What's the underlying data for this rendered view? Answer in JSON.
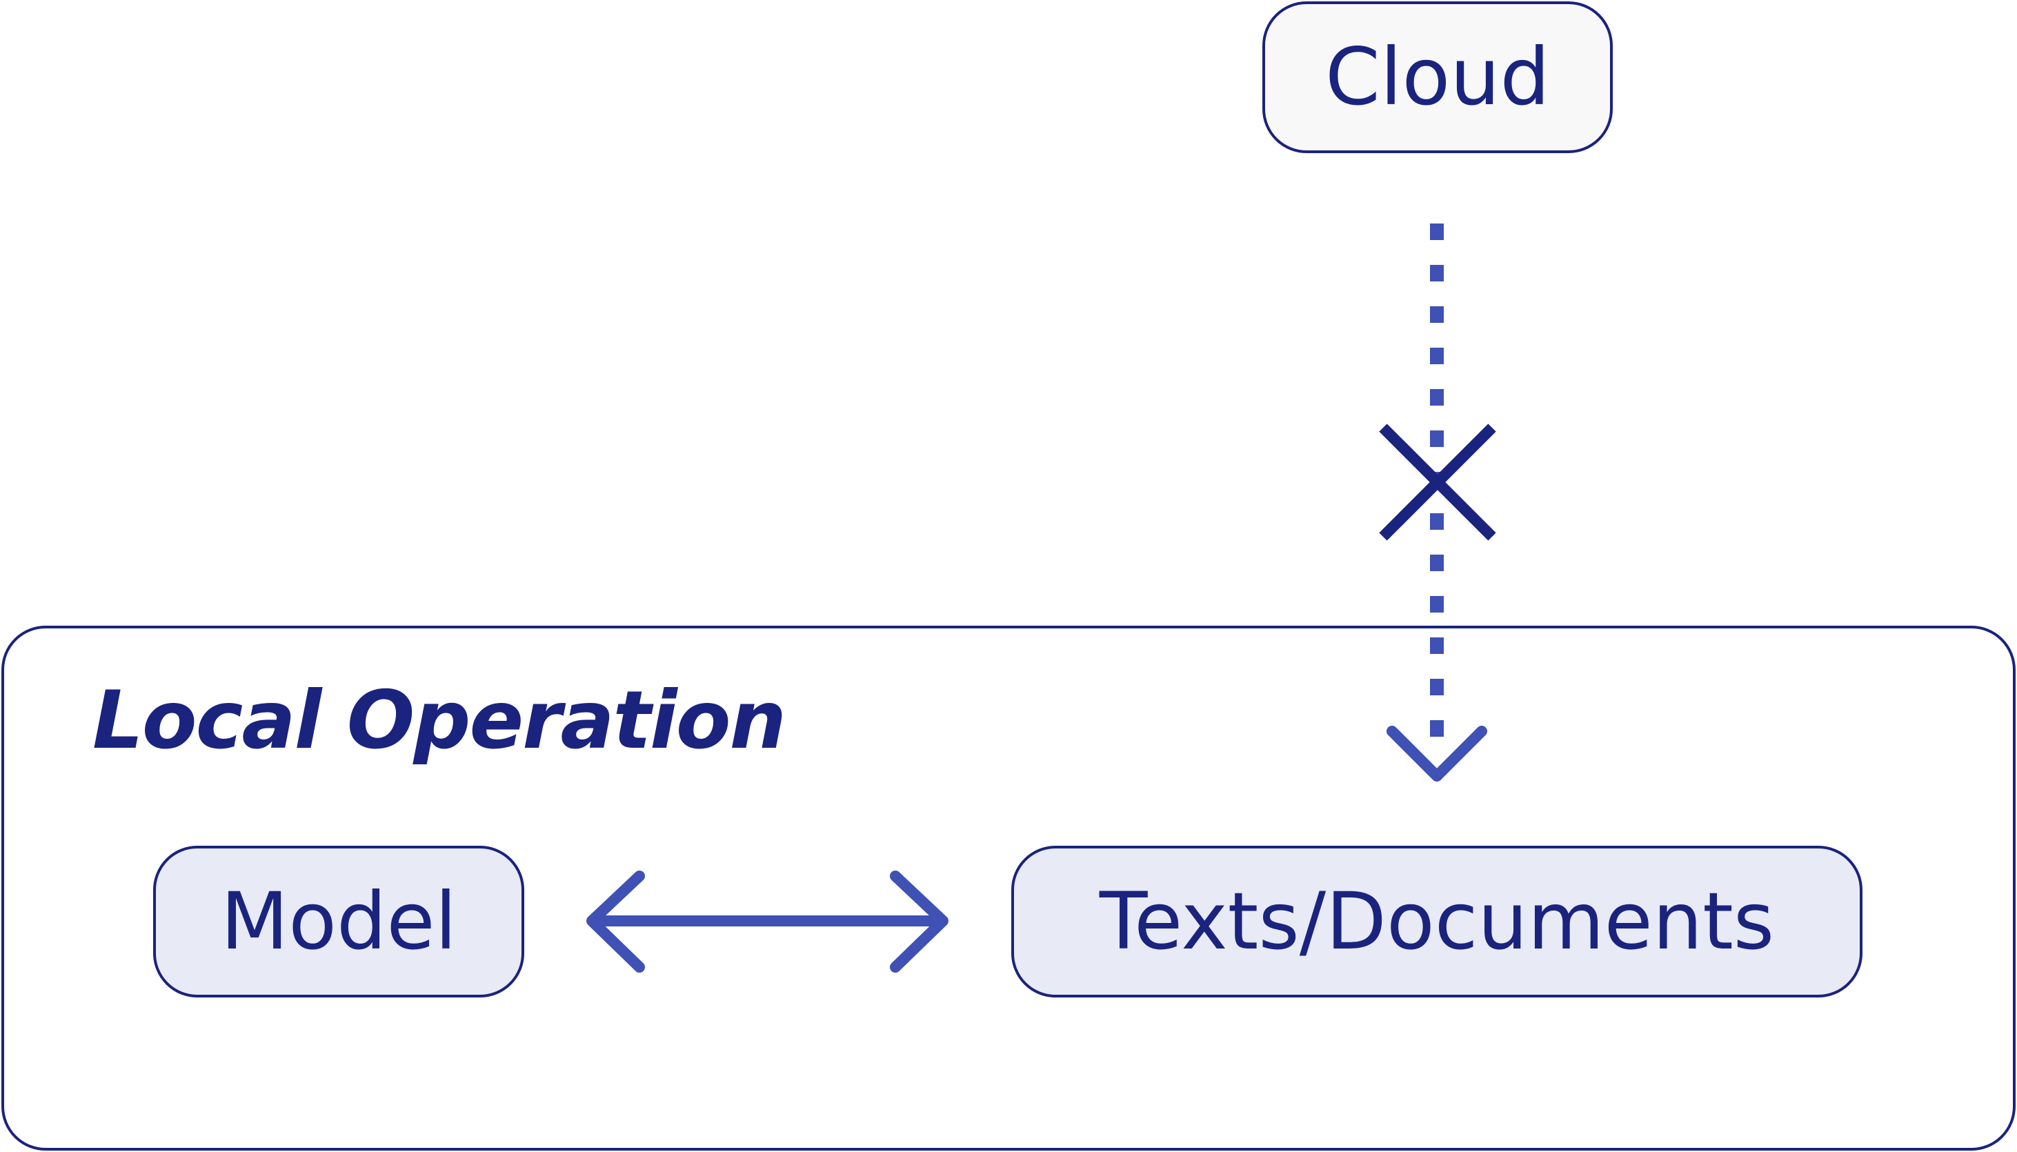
{
  "diagram": {
    "nodes": {
      "cloud": "Cloud",
      "model": "Model",
      "texts_documents": "Texts/Documents"
    },
    "group": {
      "label": "Local Operation"
    },
    "edges": [
      {
        "from": "cloud",
        "to": "texts_documents",
        "style": "dashed",
        "blocked": true
      },
      {
        "from": "model",
        "to": "texts_documents",
        "style": "solid",
        "bidirectional": true
      }
    ],
    "colors": {
      "node_border": "#1a237e",
      "node_fill_local": "#e8eaf6",
      "node_fill_cloud": "#f8f8f8",
      "arrow": "#3f51b5",
      "block_mark": "#1a237e"
    }
  }
}
